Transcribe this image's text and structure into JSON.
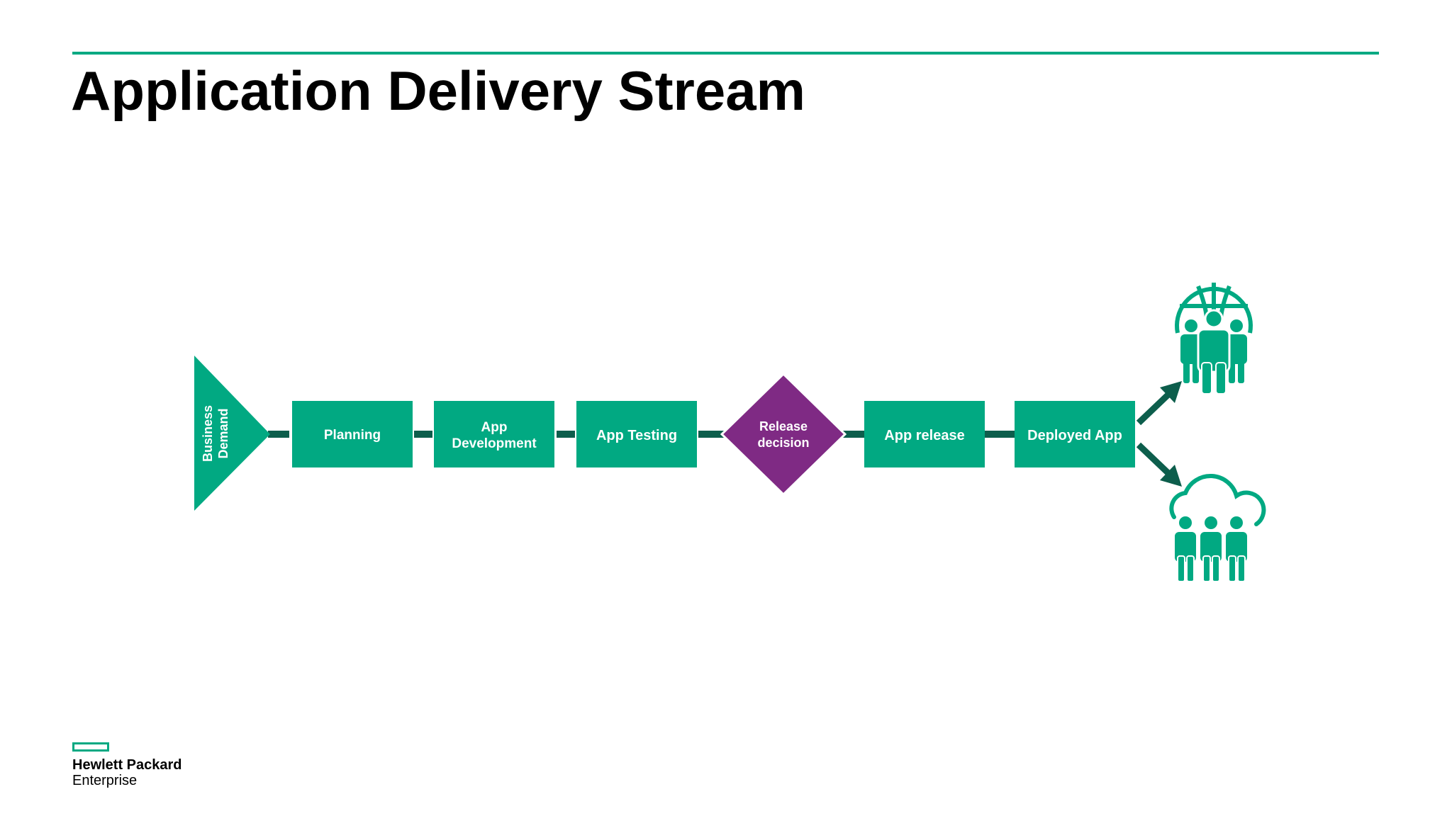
{
  "slide": {
    "title": "Application Delivery Stream"
  },
  "flow": {
    "start": {
      "label_line1": "Business",
      "label_line2": "Demand"
    },
    "steps": [
      {
        "line1": "Planning",
        "line2": ""
      },
      {
        "line1": "App",
        "line2": "Development"
      },
      {
        "line1": "App Testing",
        "line2": ""
      },
      {
        "line1": "Release",
        "line2": "decision"
      },
      {
        "line1": "App release",
        "line2": ""
      },
      {
        "line1": "Deployed App",
        "line2": ""
      }
    ],
    "outputs": [
      {
        "icon": "globe-users-icon"
      },
      {
        "icon": "cloud-users-icon"
      }
    ]
  },
  "brand": {
    "line1": "Hewlett Packard",
    "line2": "Enterprise"
  },
  "colors": {
    "accent": "#01a982",
    "connector": "#0d5e4c",
    "decision": "#7f2a84",
    "text": "#000000"
  }
}
